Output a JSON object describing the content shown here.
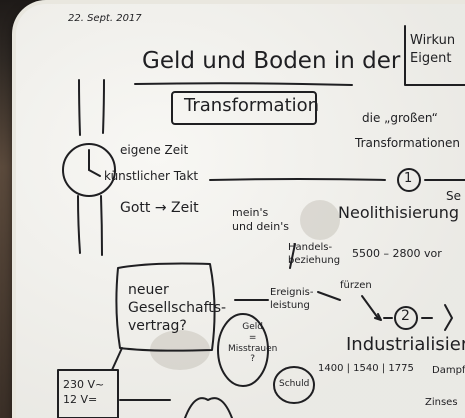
{
  "date": "22. Sept. 2017",
  "title_line1": "Geld und Boden in der",
  "title_line2": "Transformation",
  "top_right_box": "Wirkun\nEigent",
  "clock_labels": [
    "eigene Zeit",
    "künstlicher Takt",
    "Gott → Zeit"
  ],
  "grossen_label": "die „großen“",
  "transformationen_label": "Transformationen",
  "step1_number": "1",
  "step1_name": "Neolithisierung",
  "step1_suffix": "Se",
  "meins_label": "mein's\nund dein's",
  "handels_label": "Handels-\nbeziehung",
  "era1_label": "5500 – 2800 vor",
  "neuer_label": "neuer\nGesellschafts-\nvertrag?",
  "ereignis_label": "Ereignis-\nleistung",
  "furzen_label": "fürzen",
  "step2_number": "2",
  "step2_name": "Industrialisierung",
  "geld_label": "Geld\n=\nMisstrauen\n?",
  "schuld_label": "Schuld",
  "era2_label": "1400 | 1540 | 1775",
  "dampf_label": "Dampf",
  "volt_label": "230 V~\n12 V=",
  "zinses_label": "Zinses"
}
